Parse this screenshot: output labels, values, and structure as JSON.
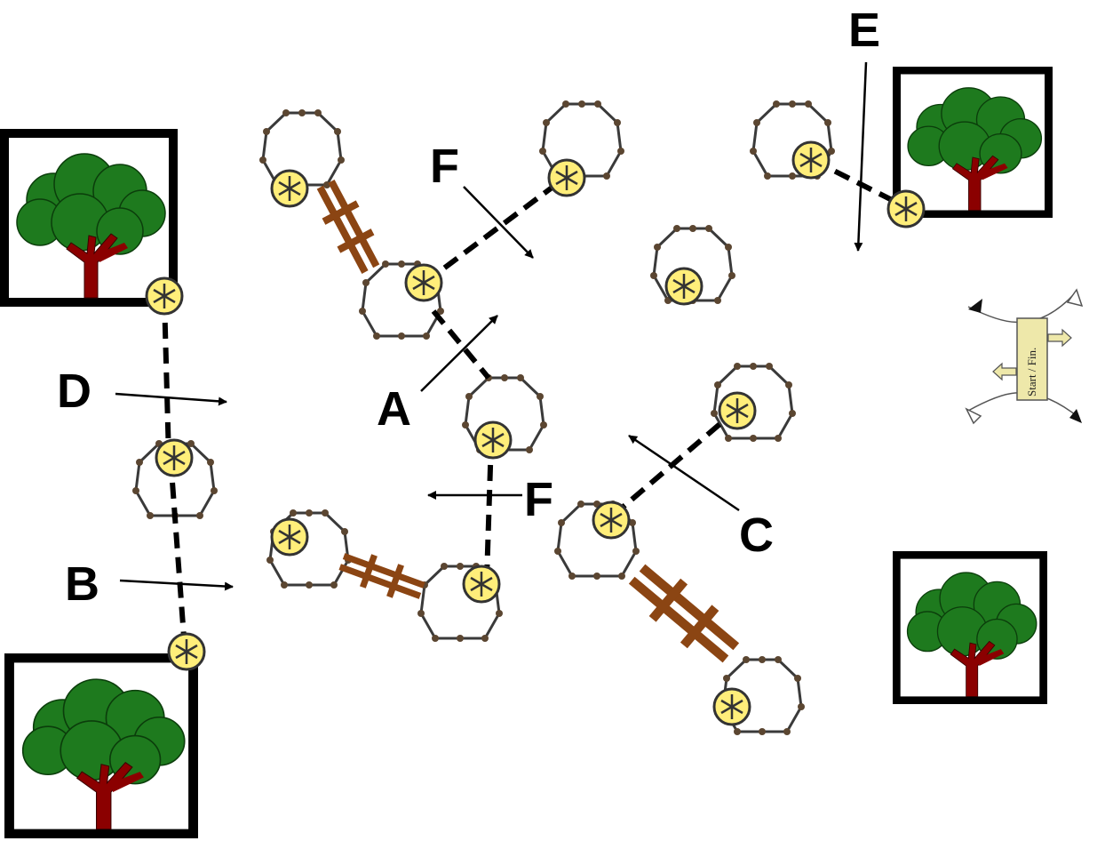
{
  "labels": {
    "a": "A",
    "b": "B",
    "c": "C",
    "d": "D",
    "e": "E",
    "f_top": "F",
    "f_mid": "F"
  },
  "start_finish": {
    "text": "Start / Fin."
  },
  "colors": {
    "rail": "#8B4513",
    "flag_fill": "#FFEE7A",
    "flag_stroke": "#333333",
    "pole_ring": "#3a3a3a",
    "pole_dot": "#5b4631",
    "tree_foliage": "#1E7A1E",
    "tree_trunk": "#8B0000",
    "dashed_line": "#000000",
    "start_box": "#EEE8AA"
  },
  "icons": {
    "tree": "tree-icon",
    "flag": "wheel-flag-icon",
    "pole_ring": "pole-ring-icon",
    "rails": "ground-rail-icon"
  }
}
